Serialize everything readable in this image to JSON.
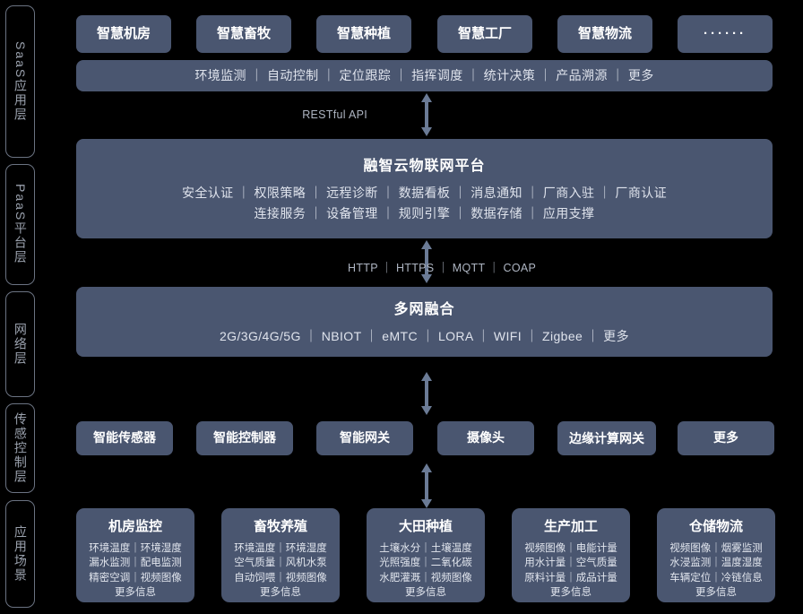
{
  "layers": [
    {
      "id": "saas",
      "label": "SaaS应用层",
      "latin_head": true
    },
    {
      "id": "paas",
      "label": "PaaS平台层",
      "latin_head": true
    },
    {
      "id": "network",
      "label": "网络层",
      "latin_head": false
    },
    {
      "id": "sensing",
      "label": "传感控制层",
      "latin_head": false
    },
    {
      "id": "scenario",
      "label": "应用场景",
      "latin_head": false
    }
  ],
  "saas": {
    "apps": [
      {
        "label": "智慧机房"
      },
      {
        "label": "智慧畜牧"
      },
      {
        "label": "智慧种植"
      },
      {
        "label": "智慧工厂"
      },
      {
        "label": "智慧物流"
      },
      {
        "label": "······"
      }
    ],
    "capability_bar": {
      "line1": "环境监测 ｜ 自动控制 ｜ 定位跟踪 ｜ 指挥调度 ｜ 统计决策 ｜ 产品溯源 ｜ 更多"
    }
  },
  "connectors": {
    "restful": "RESTful API",
    "protocols": "HTTP ｜ HTTPS ｜ MQTT ｜ COAP"
  },
  "paas": {
    "title": "融智云物联网平台",
    "line1": "安全认证 ｜ 权限策略 ｜ 远程诊断 ｜ 数据看板 ｜ 消息通知 ｜ 厂商入驻 ｜ 厂商认证",
    "line2": "连接服务 ｜ 设备管理 ｜ 规则引擎 ｜ 数据存储 ｜ 应用支撑"
  },
  "network": {
    "title": "多网融合",
    "line1": "2G/3G/4G/5G ｜ NBIOT ｜ eMTC ｜ LORA ｜ WIFI ｜ Zigbee ｜ 更多"
  },
  "sensing": {
    "devices": [
      {
        "label": "智能传感器"
      },
      {
        "label": "智能控制器"
      },
      {
        "label": "智能网关"
      },
      {
        "label": "摄像头"
      },
      {
        "label": "边缘计算网关"
      },
      {
        "label": "更多"
      }
    ]
  },
  "scenarios": [
    {
      "title": "机房监控",
      "lines": [
        "环境温度｜环境湿度",
        "漏水监测｜配电监测",
        "精密空调｜视频图像",
        "更多信息"
      ]
    },
    {
      "title": "畜牧养殖",
      "lines": [
        "环境温度｜环境湿度",
        "空气质量｜风机水泵",
        "自动饲喂｜视频图像",
        "更多信息"
      ]
    },
    {
      "title": "大田种植",
      "lines": [
        "土壤水分｜土壤温度",
        "光照强度｜二氧化碳",
        "水肥灌溉｜视频图像",
        "更多信息"
      ]
    },
    {
      "title": "生产加工",
      "lines": [
        "视频图像｜电能计量",
        "用水计量｜空气质量",
        "原料计量｜成品计量",
        "更多信息"
      ]
    },
    {
      "title": "仓储物流",
      "lines": [
        "视频图像｜烟雾监测",
        "水浸监测｜温度湿度",
        "车辆定位｜冷链信息",
        "更多信息"
      ]
    }
  ],
  "colors": {
    "background": "#000000",
    "node_fill": "#4a5670",
    "node_text": "#ffffff",
    "layer_tab_border": "#6b7382",
    "layer_tab_text": "#9aa1ad",
    "connector": "#6b7b96",
    "connector_label": "#aeb5c2"
  }
}
